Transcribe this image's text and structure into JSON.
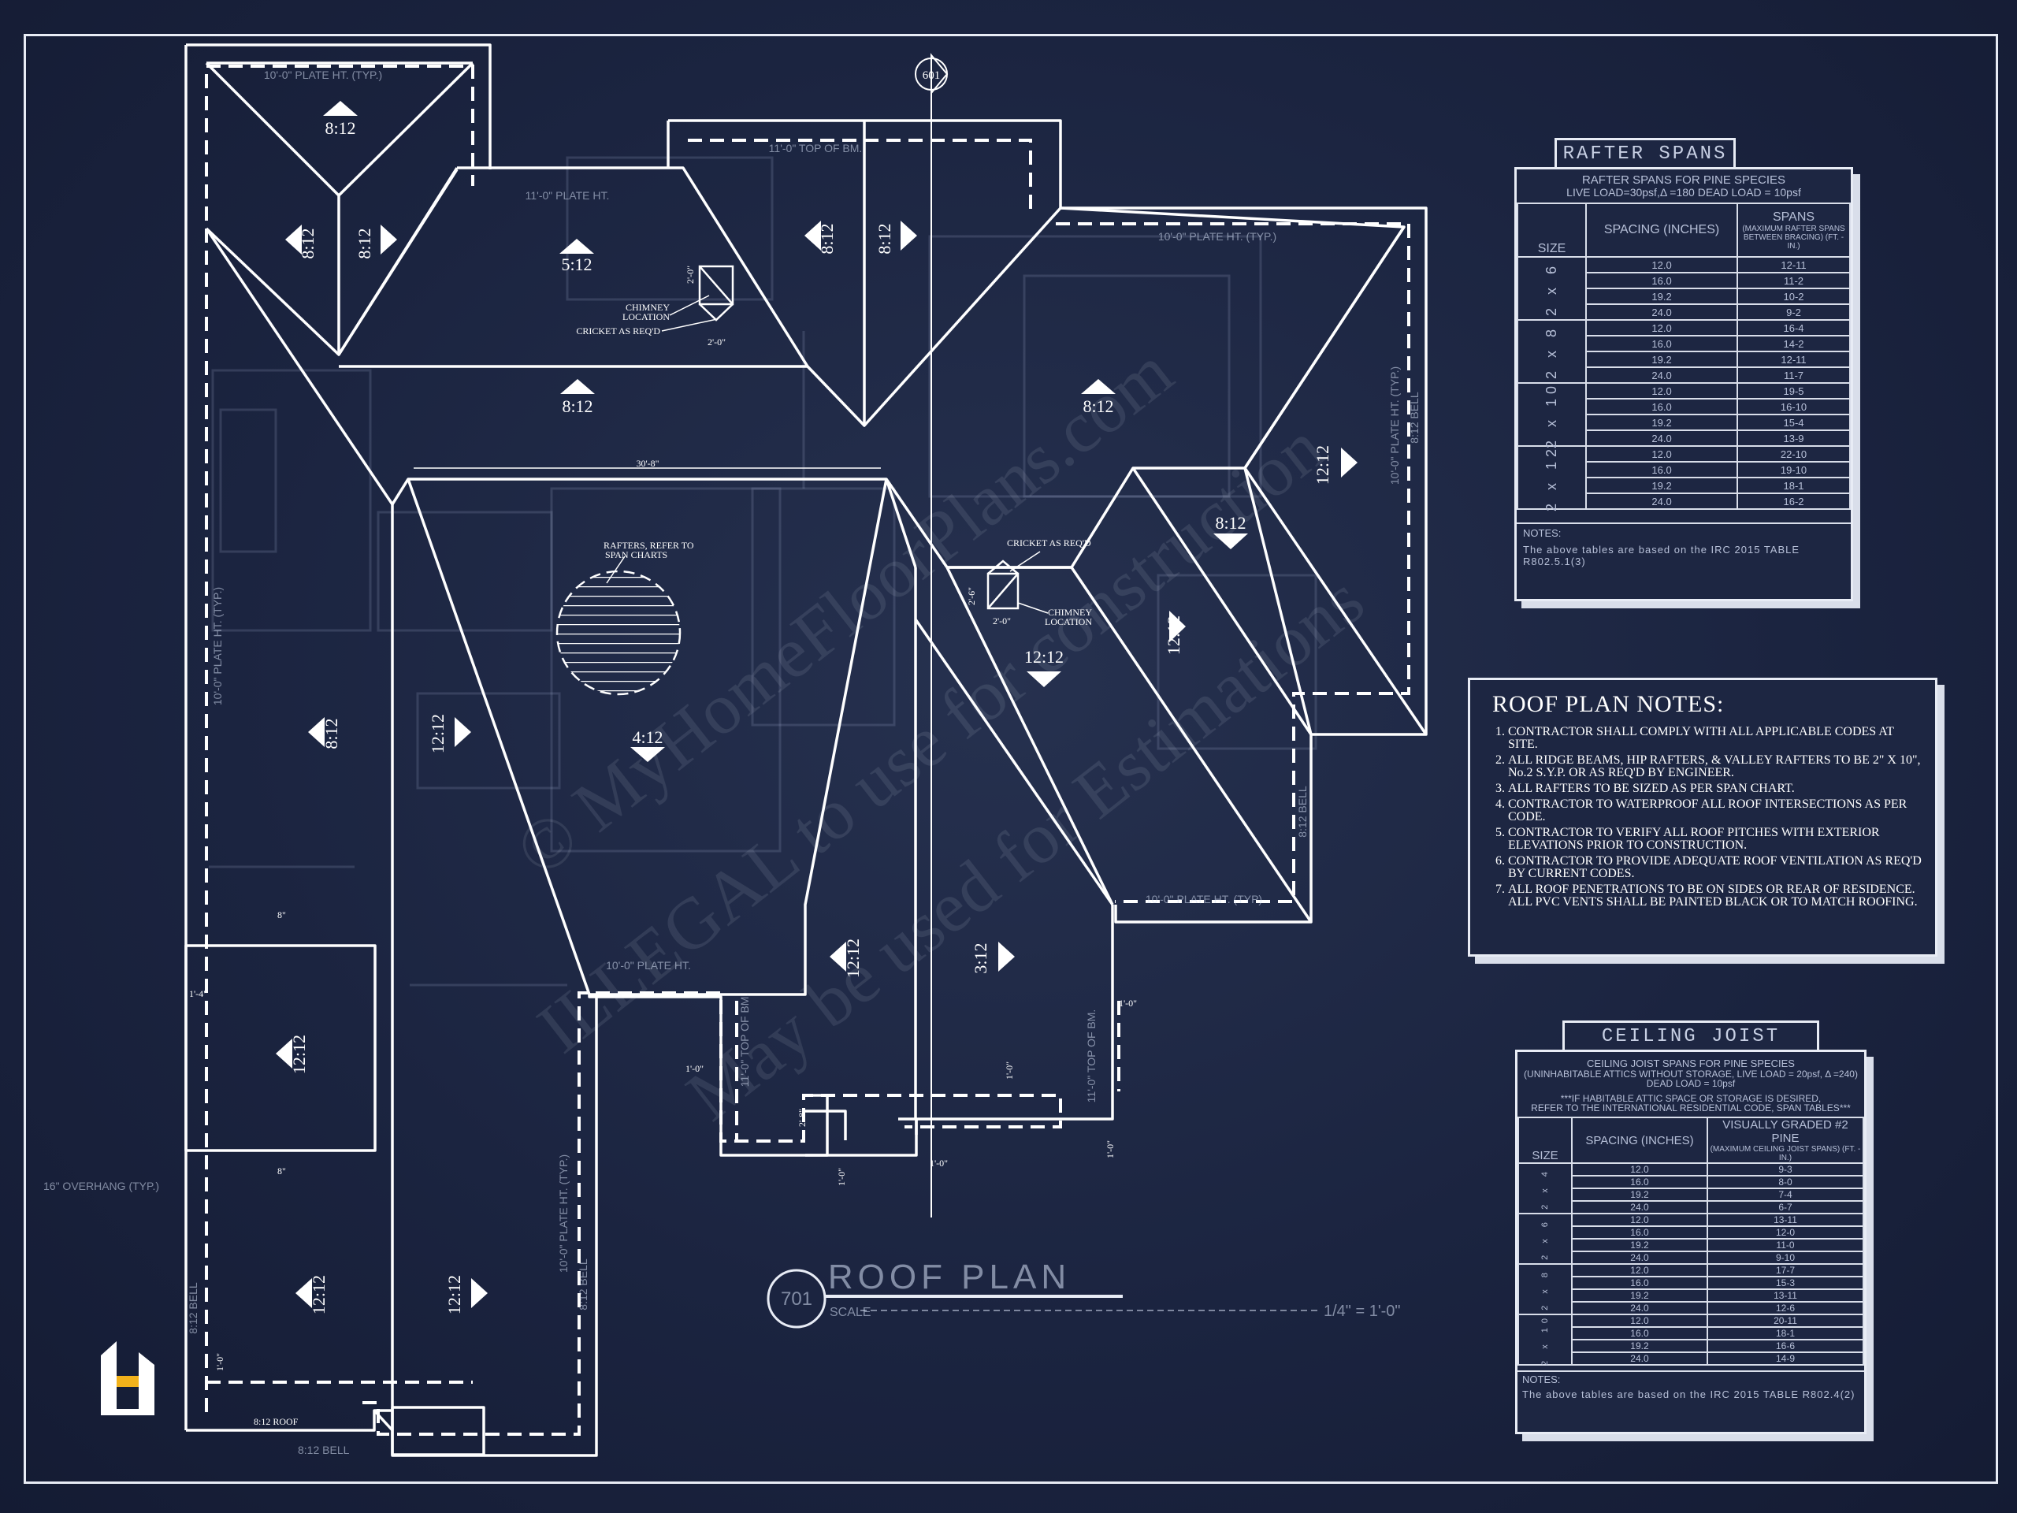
{
  "marker_top": "601",
  "plan_labels": {
    "plate_ht_typ": "10'-0\" PLATE HT. (TYP.)",
    "plate_11": "11'-0\" PLATE HT.",
    "top_of_bm": "11'-0\" TOP OF BM.",
    "plate_ht": "10'-0\" PLATE HT.",
    "plate_ht_typ_short": "10'-0\" PLATE HT. (TYP)",
    "plate_ht_lower": "10'-0\" PLATE HT. (TYP.)",
    "chimney": "CHIMNEY",
    "location": "LOCATION",
    "cricket": "CRICKET AS REQ'D",
    "rafters_1": "RAFTERS, REFER TO",
    "rafters_2": "SPAN CHARTS",
    "dim_30_8": "30'-8\"",
    "overhang": "16\" OVERHANG (TYP.)",
    "roof_812": "8:12 ROOF",
    "bell_812": "8:12 BELL",
    "bell": "8:12 BELL",
    "dim_8": "8\"",
    "dim_1_0": "1'-0\"",
    "dim_1_4": "1'-4\"",
    "dim_2_0": "2'-0\"",
    "dim_2_8": "2'-8\"",
    "dim_2_6": "2'-6\""
  },
  "pitches": {
    "p1": "8:12",
    "p2": "8:12",
    "p3": "8:12",
    "p4": "5:12",
    "p5": "8:12",
    "p6": "8:12",
    "p7": "8:12",
    "p8": "8:12",
    "p9": "12:12",
    "p10": "8:12",
    "p11": "12:12",
    "p12": "12:12",
    "p13": "4:12",
    "p14": "8:12",
    "p15": "12:12",
    "p16": "12:12",
    "p17": "3:12",
    "p18": "12:12",
    "p19": "12:12",
    "p20": "12:12"
  },
  "title_block": {
    "number": "701",
    "title": "ROOF PLAN",
    "scale_label": "SCALE",
    "scale_value": "1/4\" = 1'-0\""
  },
  "watermark": {
    "line1": "© MyHomeFloorPlans.com",
    "line2": "ILLEGAL to use for construction",
    "line3": "May be used for Estimations"
  },
  "rafter_table": {
    "title": "RAFTER SPANS",
    "subtitle1": "RAFTER SPANS FOR PINE SPECIES",
    "subtitle2": "LIVE LOAD=30psf,Δ =180 DEAD LOAD = 10psf",
    "col_size": "SIZE",
    "col_spacing": "SPACING (INCHES)",
    "col_spans": "SPANS",
    "col_spans_sub": "(MAXIMUM RAFTER SPANS BETWEEN BRACING) (FT. - IN.)",
    "groups": [
      {
        "size": "2 x 6",
        "rows": [
          [
            "12.0",
            "12-11"
          ],
          [
            "16.0",
            "11-2"
          ],
          [
            "19.2",
            "10-2"
          ],
          [
            "24.0",
            "9-2"
          ]
        ]
      },
      {
        "size": "2 x 8",
        "rows": [
          [
            "12.0",
            "16-4"
          ],
          [
            "16.0",
            "14-2"
          ],
          [
            "19.2",
            "12-11"
          ],
          [
            "24.0",
            "11-7"
          ]
        ]
      },
      {
        "size": "2 x 10",
        "rows": [
          [
            "12.0",
            "19-5"
          ],
          [
            "16.0",
            "16-10"
          ],
          [
            "19.2",
            "15-4"
          ],
          [
            "24.0",
            "13-9"
          ]
        ]
      },
      {
        "size": "2 x 12",
        "rows": [
          [
            "12.0",
            "22-10"
          ],
          [
            "16.0",
            "19-10"
          ],
          [
            "19.2",
            "18-1"
          ],
          [
            "24.0",
            "16-2"
          ]
        ]
      }
    ],
    "notes_label": "NOTES:",
    "notes_text": "The above tables are based on the IRC 2015 TABLE R802.5.1(3)"
  },
  "roof_notes": {
    "title": "ROOF PLAN NOTES:",
    "items": [
      "CONTRACTOR SHALL COMPLY WITH ALL APPLICABLE CODES AT SITE.",
      "ALL RIDGE BEAMS, HIP RAFTERS, & VALLEY RAFTERS TO BE 2\" X 10\", No.2 S.Y.P. OR AS REQ'D BY ENGINEER.",
      "ALL RAFTERS TO BE SIZED AS PER SPAN CHART.",
      "CONTRACTOR TO WATERPROOF ALL ROOF INTERSECTIONS AS PER CODE.",
      "CONTRACTOR TO VERIFY ALL ROOF PITCHES WITH EXTERIOR ELEVATIONS PRIOR TO CONSTRUCTION.",
      "CONTRACTOR TO PROVIDE ADEQUATE ROOF VENTILATION AS REQ'D BY CURRENT CODES.",
      "ALL ROOF PENETRATIONS TO BE ON SIDES OR REAR OF RESIDENCE. ALL PVC VENTS SHALL BE PAINTED BLACK OR TO MATCH ROOFING."
    ]
  },
  "joist_table": {
    "title": "CEILING JOIST SPANS",
    "subtitle1": "CEILING JOIST SPANS FOR PINE SPECIES",
    "subtitle2": "(UNINHABITABLE ATTICS WITHOUT STORAGE, LIVE LOAD = 20psf, Δ =240)",
    "subtitle3": "DEAD LOAD = 10psf",
    "subtitle4": "***IF HABITABLE ATTIC SPACE OR STORAGE IS DESIRED,",
    "subtitle5": "REFER TO THE INTERNATIONAL RESIDENTIAL CODE, SPAN TABLES***",
    "col_size": "SIZE",
    "col_spacing": "SPACING (INCHES)",
    "col_spans": "VISUALLY GRADED #2 PINE",
    "col_spans_sub": "(MAXIMUM CEILING JOIST SPANS) (FT. - IN.)",
    "groups": [
      {
        "size": "2 x 4",
        "rows": [
          [
            "12.0",
            "9-3"
          ],
          [
            "16.0",
            "8-0"
          ],
          [
            "19.2",
            "7-4"
          ],
          [
            "24.0",
            "6-7"
          ]
        ]
      },
      {
        "size": "2 x 6",
        "rows": [
          [
            "12.0",
            "13-11"
          ],
          [
            "16.0",
            "12-0"
          ],
          [
            "19.2",
            "11-0"
          ],
          [
            "24.0",
            "9-10"
          ]
        ]
      },
      {
        "size": "2 x 8",
        "rows": [
          [
            "12.0",
            "17-7"
          ],
          [
            "16.0",
            "15-3"
          ],
          [
            "19.2",
            "13-11"
          ],
          [
            "24.0",
            "12-6"
          ]
        ]
      },
      {
        "size": "2 x 10",
        "rows": [
          [
            "12.0",
            "20-11"
          ],
          [
            "16.0",
            "18-1"
          ],
          [
            "19.2",
            "16-6"
          ],
          [
            "24.0",
            "14-9"
          ]
        ]
      }
    ],
    "notes_label": "NOTES:",
    "notes_text": "The above tables are based on the IRC 2015 TABLE R802.4(2)"
  }
}
